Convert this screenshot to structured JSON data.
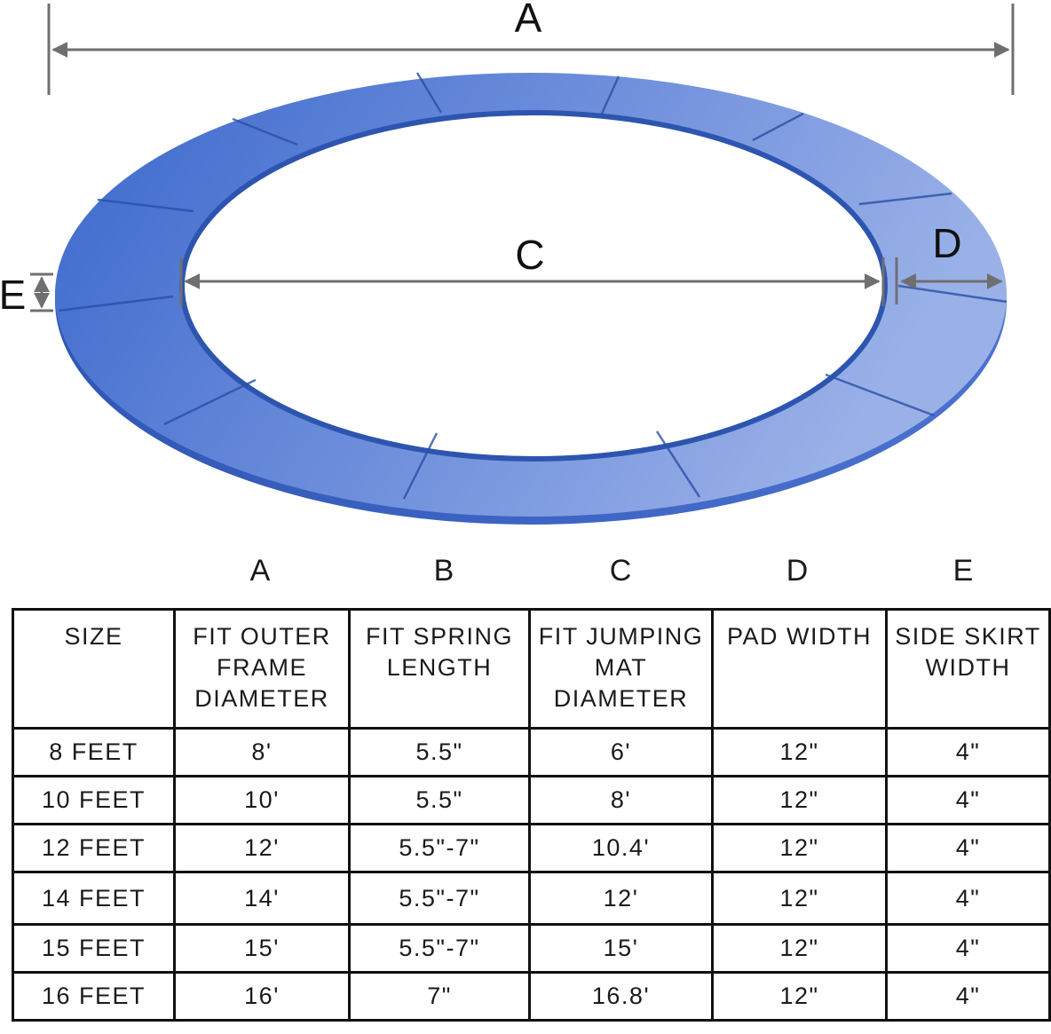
{
  "diagram": {
    "labels": {
      "A": "A",
      "C": "C",
      "D": "D",
      "E": "E"
    },
    "colors": {
      "pad": "#3f6fd0",
      "pad_light": "#8ea9e6",
      "pad_dark": "#2f57b5",
      "dimension": "#6f6f6f"
    }
  },
  "table": {
    "column_letters": [
      "A",
      "B",
      "C",
      "D",
      "E"
    ],
    "headers": [
      "SIZE",
      "FIT OUTER FRAME DIAMETER",
      "FIT SPRING LENGTH",
      "FIT JUMPING MAT DIAMETER",
      "PAD WIDTH",
      "SIDE SKIRT WIDTH"
    ],
    "rows": [
      [
        "8 FEET",
        "8'",
        "5.5\"",
        "6'",
        "12\"",
        "4\""
      ],
      [
        "10 FEET",
        "10'",
        "5.5\"",
        "8'",
        "12\"",
        "4\""
      ],
      [
        "12 FEET",
        "12'",
        "5.5\"-7\"",
        "10.4'",
        "12\"",
        "4\""
      ],
      [
        "14 FEET",
        "14'",
        "5.5\"-7\"",
        "12'",
        "12\"",
        "4\""
      ],
      [
        "15 FEET",
        "15'",
        "5.5\"-7\"",
        "15'",
        "12\"",
        "4\""
      ],
      [
        "16 FEET",
        "16'",
        "7\"",
        "16.8'",
        "12\"",
        "4\""
      ]
    ]
  }
}
